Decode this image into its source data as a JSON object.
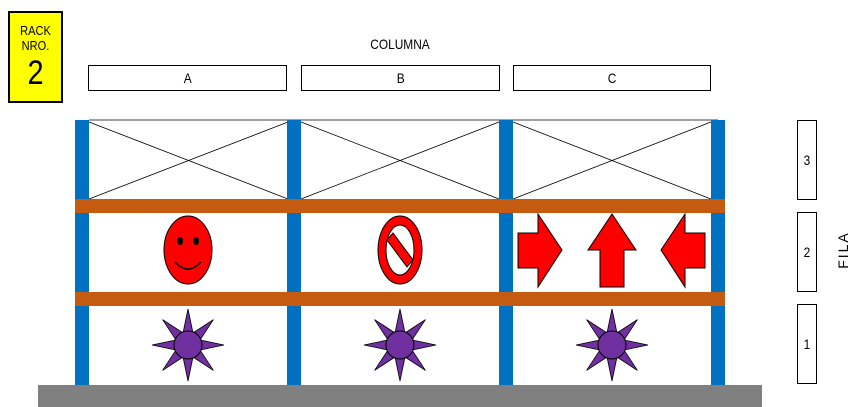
{
  "rack": {
    "label_line1": "RACK",
    "label_line2": "NRO.",
    "number": "2"
  },
  "columns": {
    "title": "COLUMNA",
    "labels": [
      "A",
      "B",
      "C"
    ]
  },
  "rows": {
    "title": "FILA",
    "labels": [
      "3",
      "2",
      "1"
    ]
  },
  "colors": {
    "upright": "#0070c0",
    "beam": "#c55a11",
    "badge": "#ffff00",
    "red_icon": "#ff0000",
    "sun_fill": "#7030a0",
    "ground": "#808080"
  },
  "cells": [
    {
      "row": "2",
      "column": "A",
      "icon": "smiley-face-icon"
    },
    {
      "row": "2",
      "column": "B",
      "icon": "prohibited-icon"
    },
    {
      "row": "2",
      "column": "C",
      "icon": "arrows-right-up-left-icon"
    },
    {
      "row": "1",
      "column": "A",
      "icon": "sun-icon"
    },
    {
      "row": "1",
      "column": "B",
      "icon": "sun-icon"
    },
    {
      "row": "1",
      "column": "C",
      "icon": "sun-icon"
    },
    {
      "row": "3",
      "column": "A",
      "icon": "empty-x"
    },
    {
      "row": "3",
      "column": "B",
      "icon": "empty-x"
    },
    {
      "row": "3",
      "column": "C",
      "icon": "empty-x"
    }
  ]
}
